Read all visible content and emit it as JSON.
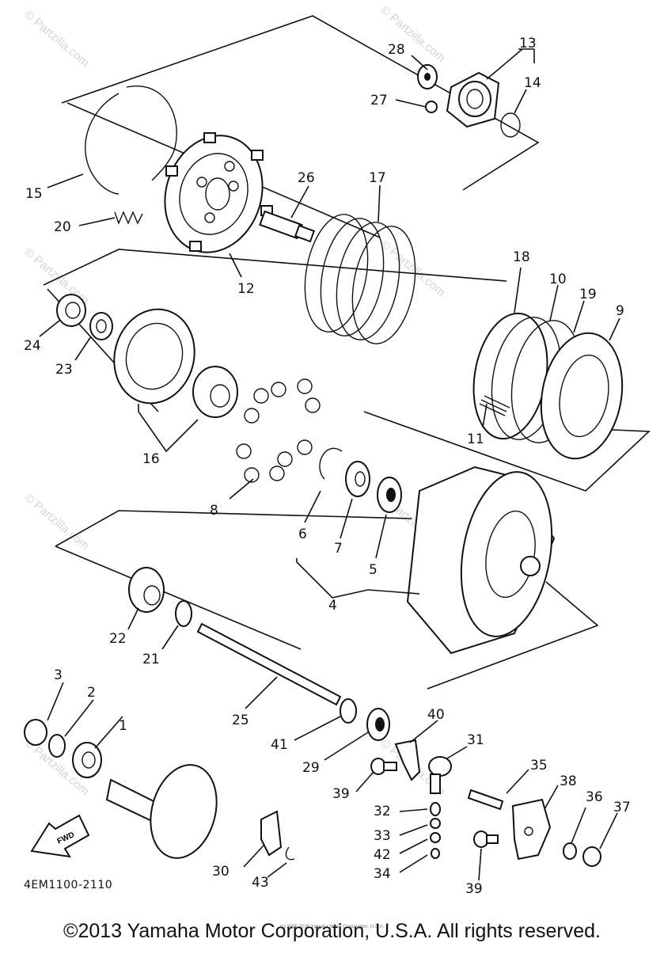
{
  "diagram": {
    "code": "4EM1100-2110",
    "direction_arrow_label": "FWD",
    "watermark_text": "© Partzilla.com",
    "copyright": "©2013 Yamaha Motor Corporation, U.S.A. All rights reserved.",
    "tiny_credit": "(c) 2005-2016 Yamaha Motor Corporation, U.S.A."
  },
  "callouts": [
    {
      "id": "1",
      "label": "1"
    },
    {
      "id": "2",
      "label": "2"
    },
    {
      "id": "3",
      "label": "3"
    },
    {
      "id": "4",
      "label": "4"
    },
    {
      "id": "5",
      "label": "5"
    },
    {
      "id": "6",
      "label": "6"
    },
    {
      "id": "7",
      "label": "7"
    },
    {
      "id": "8",
      "label": "8"
    },
    {
      "id": "9",
      "label": "9"
    },
    {
      "id": "10",
      "label": "10"
    },
    {
      "id": "11",
      "label": "11"
    },
    {
      "id": "12",
      "label": "12"
    },
    {
      "id": "13",
      "label": "13"
    },
    {
      "id": "14",
      "label": "14"
    },
    {
      "id": "15",
      "label": "15"
    },
    {
      "id": "16",
      "label": "16"
    },
    {
      "id": "17",
      "label": "17"
    },
    {
      "id": "18",
      "label": "18"
    },
    {
      "id": "19",
      "label": "19"
    },
    {
      "id": "20",
      "label": "20"
    },
    {
      "id": "21",
      "label": "21"
    },
    {
      "id": "22",
      "label": "22"
    },
    {
      "id": "23",
      "label": "23"
    },
    {
      "id": "24",
      "label": "24"
    },
    {
      "id": "25",
      "label": "25"
    },
    {
      "id": "26",
      "label": "26"
    },
    {
      "id": "27",
      "label": "27"
    },
    {
      "id": "28",
      "label": "28"
    },
    {
      "id": "29",
      "label": "29"
    },
    {
      "id": "30",
      "label": "30"
    },
    {
      "id": "31",
      "label": "31"
    },
    {
      "id": "32",
      "label": "32"
    },
    {
      "id": "33",
      "label": "33"
    },
    {
      "id": "34",
      "label": "34"
    },
    {
      "id": "35",
      "label": "35"
    },
    {
      "id": "36",
      "label": "36"
    },
    {
      "id": "37",
      "label": "37"
    },
    {
      "id": "38",
      "label": "38"
    },
    {
      "id": "39a",
      "label": "39"
    },
    {
      "id": "39b",
      "label": "39"
    },
    {
      "id": "40",
      "label": "40"
    },
    {
      "id": "41",
      "label": "41"
    },
    {
      "id": "42",
      "label": "42"
    },
    {
      "id": "43",
      "label": "43"
    }
  ]
}
